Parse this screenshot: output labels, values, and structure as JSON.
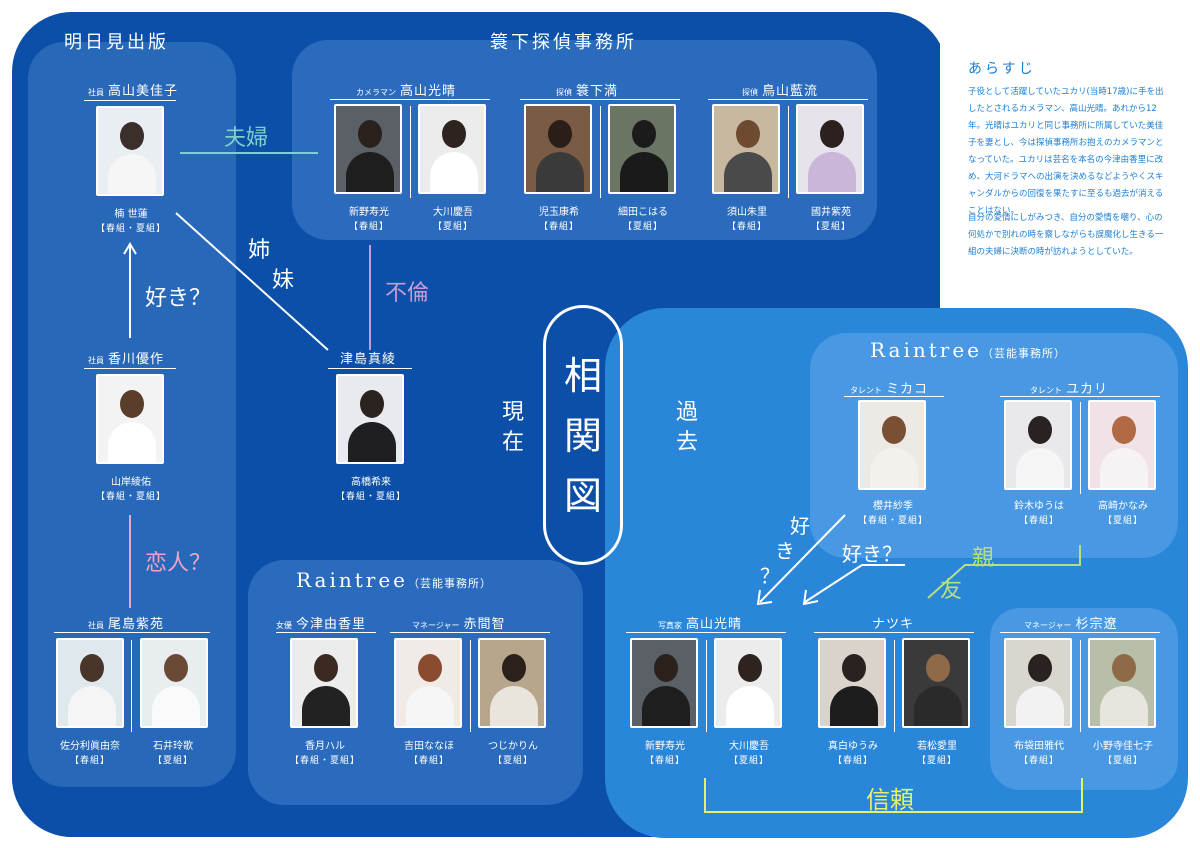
{
  "groups": {
    "mika": "明日見出版",
    "mino": "簑下探偵事務所",
    "rain_present_name": "Raintree",
    "rain_present_sub": "（芸能事務所）",
    "rain_past_name": "Raintree",
    "rain_past_sub": "（芸能事務所）"
  },
  "center": {
    "title_chars": [
      "相",
      "関",
      "図"
    ],
    "present_chars": [
      "現",
      "在"
    ],
    "past_chars": [
      "過",
      "去"
    ]
  },
  "relations": {
    "fuufu": "夫婦",
    "shimai_1": "姉",
    "shimai_2": "妹",
    "furin": "不倫",
    "suki_left": "好き？",
    "koibito": "恋人？",
    "suki_v1": "好",
    "suki_v2": "き",
    "suki_v3": "？",
    "suki_mid": "好き？",
    "shinyu_1": "親",
    "shinyu_2": "友",
    "shinrai": "信頼"
  },
  "roles": {
    "takayama_miyoko": {
      "role": "社員",
      "name": "高山美佳子"
    },
    "kagawa_yusaku": {
      "role": "社員",
      "name": "香川優作"
    },
    "ojima_shion": {
      "role": "社員",
      "name": "尾島紫苑"
    },
    "takayama_mitsuharu": {
      "role": "カメラマン",
      "name": "高山光晴"
    },
    "minoshita_mitsuru": {
      "role": "探偵",
      "name": "簑下満"
    },
    "toriyama_airu": {
      "role": "探偵",
      "name": "鳥山藍流"
    },
    "tsushima_maaya": {
      "name": "津島真綾"
    },
    "imazu_yukari": {
      "role": "女優",
      "name": "今津由香里"
    },
    "akama_satoshi": {
      "role": "マネージャー",
      "name": "赤間智"
    },
    "mikako": {
      "role": "タレント",
      "name": "ミカコ"
    },
    "yukari": {
      "role": "タレント",
      "name": "ユカリ"
    },
    "takayama_past": {
      "role": "写真家",
      "name": "高山光晴"
    },
    "natsuki": {
      "name": "ナツキ"
    },
    "sugi_munetoo": {
      "role": "マネージャー",
      "name": "杉宗遼"
    }
  },
  "actors": {
    "kusunoki": {
      "name": "楠 世蓮",
      "cls": "【春組・夏組】"
    },
    "yamagishi": {
      "name": "山岸綾佑",
      "cls": "【春組・夏組】"
    },
    "sabu": {
      "name": "佐分利眞由奈",
      "cls": "【春組】"
    },
    "ishii": {
      "name": "石井玲歌",
      "cls": "【夏組】"
    },
    "shinno_1": {
      "name": "新野寿光",
      "cls": "【春組】"
    },
    "okawa_1": {
      "name": "大川慶吾",
      "cls": "【夏組】"
    },
    "kodama": {
      "name": "児玉康希",
      "cls": "【春組】"
    },
    "hosoda": {
      "name": "細田こはる",
      "cls": "【夏組】"
    },
    "suyama": {
      "name": "須山朱里",
      "cls": "【春組】"
    },
    "kunii": {
      "name": "國井紫苑",
      "cls": "【夏組】"
    },
    "takahashi": {
      "name": "高橋希来",
      "cls": "【春組・夏組】"
    },
    "kozuki": {
      "name": "香月ハル",
      "cls": "【春組・夏組】"
    },
    "yoshida": {
      "name": "吉田ななほ",
      "cls": "【春組】"
    },
    "tsuji": {
      "name": "つじかりん",
      "cls": "【夏組】"
    },
    "sakurai": {
      "name": "櫻井紗季",
      "cls": "【春組・夏組】"
    },
    "suzuki": {
      "name": "鈴木ゆうは",
      "cls": "【春組】"
    },
    "takasaki": {
      "name": "高崎かなみ",
      "cls": "【夏組】"
    },
    "shinno_2": {
      "name": "新野寿光",
      "cls": "【春組】"
    },
    "okawa_2": {
      "name": "大川慶吾",
      "cls": "【夏組】"
    },
    "mashiro": {
      "name": "真白ゆうみ",
      "cls": "【春組】"
    },
    "wakamatsu": {
      "name": "若松愛里",
      "cls": "【夏組】"
    },
    "fubeta": {
      "name": "布袋田雅代",
      "cls": "【春組】"
    },
    "onodera": {
      "name": "小野寺佳七子",
      "cls": "【夏組】"
    }
  },
  "synopsis": {
    "title": "あらすじ",
    "para1": "子役として活躍していたユカリ(当時17歳)に手を出したとされるカメラマン、高山光晴。あれから12年。光晴はユカリと同じ事務所に所属していた美佳子を妻とし、今は探偵事務所お抱えのカメラマンとなっていた。ユカリは芸名を本名の今津由香里に改め、大河ドラマへの出演を決めるなどようやくスキャンダルからの回復を果たすに至るも過去が消えることはない。",
    "para2": "自分の愛情にしがみつき、自分の愛情を嘲り、心の何処かで別れの時を察しながらも誤魔化し生きる一組の夫婦に決断の時が訪れようとしていた。"
  },
  "colors": {
    "present_bg": "#0b4fa8",
    "past_bg": "#2a86d9",
    "fuufu_line": "#7fd0c9",
    "furin_line": "#c89ad6",
    "suki_line": "#f0a3c6",
    "shinyu_line": "#b7e07a",
    "shinrai_line": "#e6f06a"
  }
}
